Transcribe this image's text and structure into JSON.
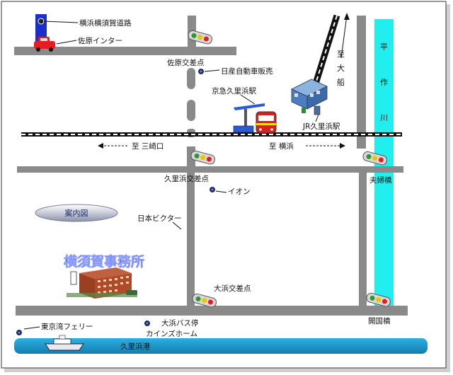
{
  "labels": {
    "yokohama_yokosuka_road": "横浜横須賀道路",
    "sawara_ic": "佐原インター",
    "sawara_crossing": "佐原交差点",
    "nissan_dealer": "日産自動車販売",
    "keikyu_station": "京急久里浜駅",
    "jr_station": "JR久里浜駅",
    "to_ofuna": [
      "至",
      "大",
      "船"
    ],
    "to_misakiguchi": "至 三崎口",
    "to_yokohama": "至 横浜",
    "kurihama_crossing": "久里浜交差点",
    "aeon": "イオン",
    "fufu_bridge": "夫婦橋",
    "heisaku_river": [
      "平",
      "作",
      "川"
    ],
    "guide_pill": "案内図",
    "nihon_victor": "日本ビクター",
    "office_name": "横須賀事務所",
    "ohama_crossing": "大浜交差点",
    "kaikoku_bridge": "開国橋",
    "tokyo_bay_ferry": "東京湾フェリー",
    "ohama_bus_stop": "大浜バス停",
    "cainz_home": "カインズホーム",
    "kurihama_port": "久里浜港"
  },
  "colors": {
    "road": "#8a8a8a",
    "river": "#22eeee",
    "sea": "#1e9fd0",
    "rail": "#111111",
    "office_text": "#2233cc"
  },
  "icons": [
    "traffic-light-icon",
    "car-icon",
    "train-icon",
    "station-icon",
    "building-icon",
    "ferry-icon",
    "location-dot-icon"
  ]
}
